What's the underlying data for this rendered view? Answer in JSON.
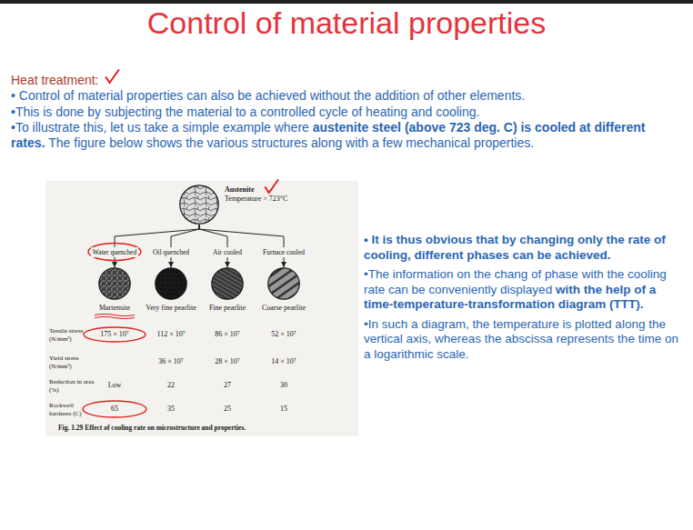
{
  "diagram": {
    "title": "Control of material properties",
    "caption": "Fig. 1.29 Effect of cooling rate on microstructure and properties.",
    "nodes": [
      {
        "text": [
          "Austenite",
          "Temperature > 723°C"
        ]
      },
      {
        "text": [
          "Martensite"
        ]
      },
      {
        "text": [
          "Very fine pearlite"
        ]
      },
      {
        "text": [
          "Fine pearlite"
        ]
      },
      {
        "text": [
          "Coarse pearlite"
        ]
      }
    ],
    "edges": [
      {
        "from": 0,
        "to": 1,
        "label": "Water quenched",
        "arrow": "to"
      },
      {
        "from": 0,
        "to": 2,
        "label": "Oil quenched",
        "arrow": "to"
      },
      {
        "from": 0,
        "to": 3,
        "label": "Air cooled",
        "arrow": "to"
      },
      {
        "from": 0,
        "to": 4,
        "label": "Furnace cooled",
        "arrow": "to"
      }
    ],
    "labels": [
      "Heat treatment:",
      "• Control of material properties can also be achieved without the addition of other elements.",
      "•This is done by subjecting the material to a controlled cycle of heating and cooling.",
      "•To illustrate this, let us take a simple example where",
      "austenite steel (above 723 deg. C) is cooled at different rates.",
      "The figure below shows the various structures along with a few mechanical properties.",
      "Tensile stress (N/mm²)",
      "175 × 10⁷",
      "112 × 10⁷",
      "86 × 10⁷",
      "52 × 10⁷",
      "Yield stress (N/mm²)",
      "36 × 10⁷",
      "28 × 10⁷",
      "14 × 10⁷",
      "Reduction in area (%)",
      "Low",
      "22",
      "27",
      "30",
      "Rockwell hardness (C)",
      "65",
      "35",
      "25",
      "15",
      "• It is thus obvious that by changing only the rate of cooling, different phases can be achieved.",
      "•The information on the chang of phase with the cooling rate can be conveniently displayed",
      "with the help of a time-temperature-transformation diagram (TTT).",
      "•In such a diagram, the temperature is plotted along the vertical axis, whereas the abscissa represents the time on a logarithmic scale."
    ]
  }
}
